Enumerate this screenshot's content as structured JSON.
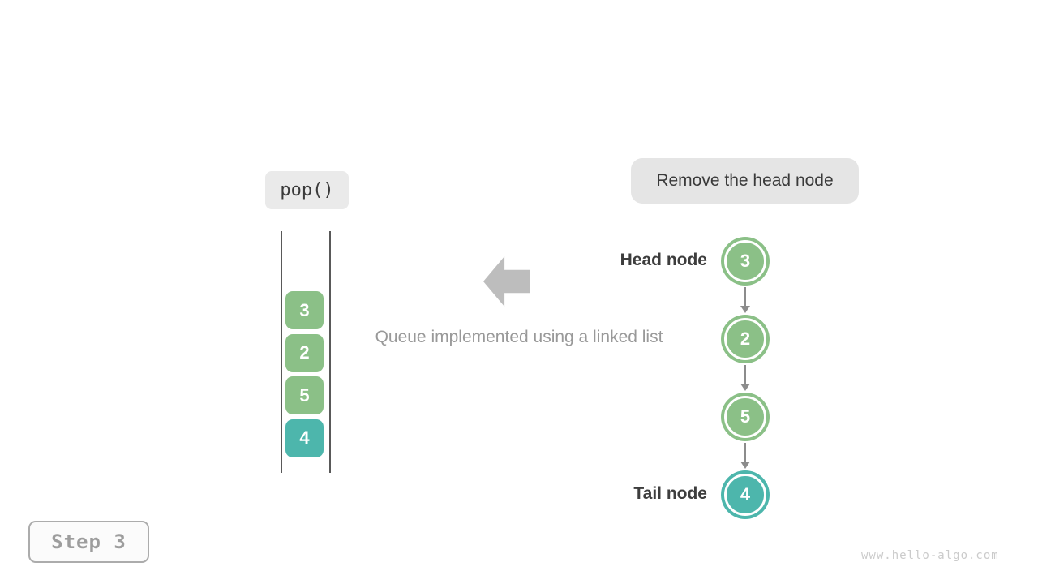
{
  "operation": {
    "label": "pop()"
  },
  "annotation": {
    "label": "Remove the head node"
  },
  "caption": "Queue implemented using a linked list",
  "step_badge": {
    "label": "Step 3"
  },
  "watermark": "www.hello-algo.com",
  "colors": {
    "green": "#8BC087",
    "teal": "#4DB6AC",
    "arrow_grey": "#BDBDBD",
    "link_grey": "#8C8C8C",
    "label_dark": "#3D3D3D",
    "caption_grey": "#999999"
  },
  "stack": {
    "items": [
      {
        "value": "3",
        "color": "green"
      },
      {
        "value": "2",
        "color": "green"
      },
      {
        "value": "5",
        "color": "green"
      },
      {
        "value": "4",
        "color": "teal"
      }
    ]
  },
  "linked_list": {
    "head_label": "Head node",
    "tail_label": "Tail node",
    "nodes": [
      {
        "value": "3",
        "color": "green"
      },
      {
        "value": "2",
        "color": "green"
      },
      {
        "value": "5",
        "color": "green"
      },
      {
        "value": "4",
        "color": "teal"
      }
    ]
  }
}
